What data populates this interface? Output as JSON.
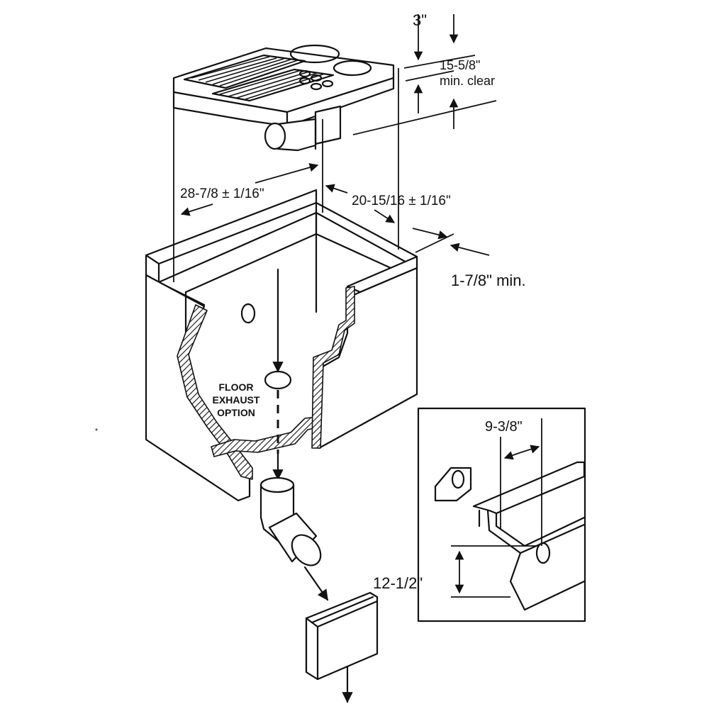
{
  "dimensions": {
    "top_gap": "3\"",
    "clearance_value": "15-5/8\"",
    "clearance_note": "min. clear",
    "depth": "28-7/8 ± 1/16\"",
    "width": "20-15/16 ± 1/16\"",
    "side_min": "1-7/8\" min.",
    "detail_horizontal": "9-3/8\"",
    "detail_vertical": "12-1/2\""
  },
  "callout": {
    "line1": "FLOOR",
    "line2": "EXHAUST",
    "line3": "OPTION"
  },
  "colors": {
    "ink": "#111111",
    "paper": "#ffffff"
  }
}
